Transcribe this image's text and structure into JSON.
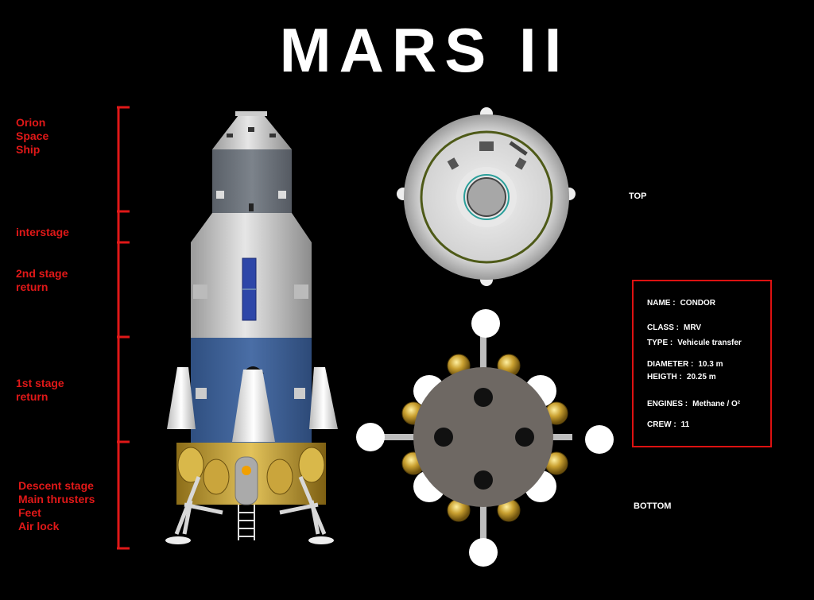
{
  "title": "MARS II",
  "sections": [
    {
      "label": "Orion\nSpace\nShip"
    },
    {
      "label": "interstage"
    },
    {
      "label": "2nd stage\nreturn"
    },
    {
      "label": "1st stage\nreturn"
    },
    {
      "label": "Descent stage\nMain thrusters\nFeet\nAir lock"
    }
  ],
  "views": {
    "top": "TOP",
    "bottom": "BOTTOM"
  },
  "specs": {
    "name": {
      "key": "NAME :",
      "value": "CONDOR"
    },
    "class": {
      "key": "CLASS :",
      "value": "MRV"
    },
    "type": {
      "key": "TYPE :",
      "value": "Vehicule transfer"
    },
    "diameter": {
      "key": "DIAMETER :",
      "value": "10.3 m"
    },
    "height": {
      "key": "HEIGTH :",
      "value": "20.25 m"
    },
    "engines": {
      "key": "ENGINES :",
      "value": "Methane / O²"
    },
    "crew": {
      "key": "CREW :",
      "value": "11"
    }
  },
  "colors": {
    "accent": "#e01818",
    "hull": "#d8d8d8",
    "blue": "#3b5f96",
    "gold": "#c9a537",
    "grey": "#6b7178"
  }
}
